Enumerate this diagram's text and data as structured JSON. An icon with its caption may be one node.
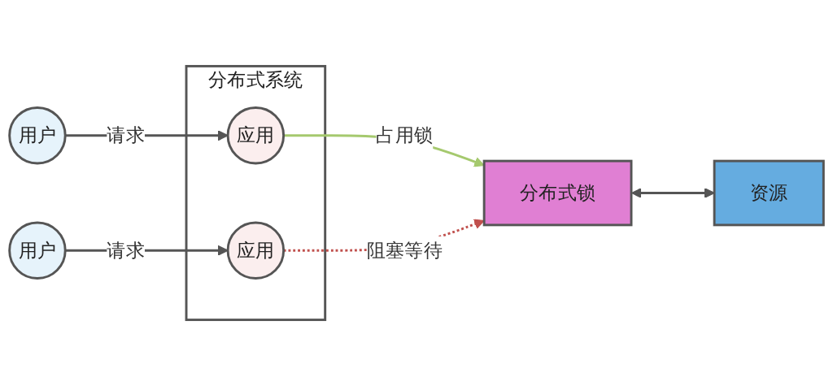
{
  "diagram": {
    "nodes": [
      {
        "text": [
          "用户"
        ]
      },
      {
        "text": [
          "用户"
        ]
      },
      {
        "text": [
          "分布式系统"
        ]
      },
      {
        "text": [
          "应用"
        ],
        "in": 2
      },
      {
        "text": [
          "应用"
        ],
        "in": 2
      },
      {
        "text": [
          "分布式锁"
        ]
      },
      {
        "text": [
          "资源"
        ]
      }
    ],
    "edges": [
      {
        "from": 0,
        "to": 3,
        "arrow": "to",
        "label": "请求"
      },
      {
        "from": 1,
        "to": 4,
        "arrow": "to",
        "label": "请求"
      },
      {
        "from": 3,
        "to": 5,
        "arrow": "to",
        "label": "占用锁",
        "color": "#a5c96e"
      },
      {
        "from": 4,
        "to": 5,
        "arrow": "to",
        "label": "阻塞等待",
        "style": "dashed",
        "color": "#c0504d"
      },
      {
        "from": 5,
        "to": 6,
        "arrow": "both"
      }
    ]
  }
}
